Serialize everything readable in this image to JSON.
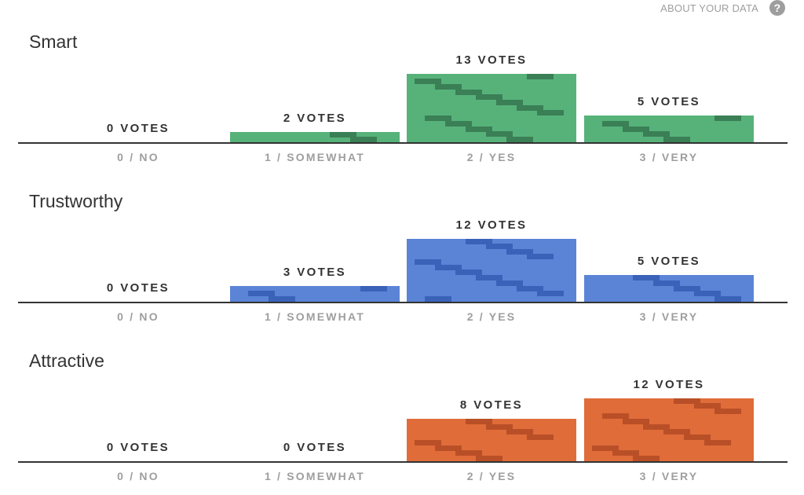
{
  "header": {
    "about_label": "ABOUT YOUR DATA",
    "help_icon": "?"
  },
  "categories": [
    "0 / NO",
    "1 / SOMEWHAT",
    "2 / YES",
    "3 / VERY"
  ],
  "sections": [
    {
      "title": "Smart",
      "color": "#57b27a",
      "dark": "#3a7f55",
      "votes": [
        0,
        2,
        13,
        5
      ],
      "vote_labels": [
        "0 VOTES",
        "2 VOTES",
        "13 VOTES",
        "5 VOTES"
      ]
    },
    {
      "title": "Trustworthy",
      "color": "#5b84d6",
      "dark": "#3a62b8",
      "votes": [
        0,
        3,
        12,
        5
      ],
      "vote_labels": [
        "0 VOTES",
        "3 VOTES",
        "12 VOTES",
        "5 VOTES"
      ]
    },
    {
      "title": "Attractive",
      "color": "#e06c3a",
      "dark": "#b94f27",
      "votes": [
        0,
        0,
        8,
        12
      ],
      "vote_labels": [
        "0 VOTES",
        "0 VOTES",
        "8 VOTES",
        "12 VOTES"
      ]
    }
  ],
  "chart_data": [
    {
      "type": "bar",
      "title": "Smart",
      "categories": [
        "0 / NO",
        "1 / SOMEWHAT",
        "2 / YES",
        "3 / VERY"
      ],
      "values": [
        0,
        2,
        13,
        5
      ],
      "ylabel": "Votes",
      "color": "#57b27a"
    },
    {
      "type": "bar",
      "title": "Trustworthy",
      "categories": [
        "0 / NO",
        "1 / SOMEWHAT",
        "2 / YES",
        "3 / VERY"
      ],
      "values": [
        0,
        3,
        12,
        5
      ],
      "ylabel": "Votes",
      "color": "#5b84d6"
    },
    {
      "type": "bar",
      "title": "Attractive",
      "categories": [
        "0 / NO",
        "1 / SOMEWHAT",
        "2 / YES",
        "3 / VERY"
      ],
      "values": [
        0,
        0,
        8,
        12
      ],
      "ylabel": "Votes",
      "color": "#e06c3a"
    }
  ]
}
